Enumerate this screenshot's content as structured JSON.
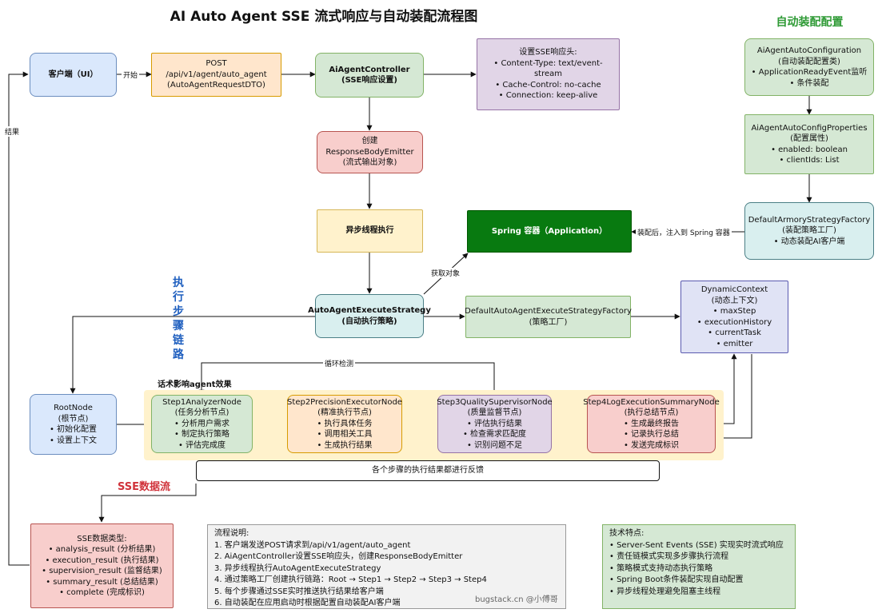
{
  "title": "AI Auto Agent SSE 流式响应与自动装配流程图",
  "section_autoconfig": "自动装配配置",
  "section_sse": "SSE数据流",
  "section_chain": "执行步骤链路",
  "section_prompt": "话术影响agent效果",
  "nodes": {
    "client": {
      "title": "客户端（UI）"
    },
    "post": {
      "lines": [
        "POST /api/v1/agent/auto_agent",
        "(AutoAgentRequestDTO)"
      ]
    },
    "controller": {
      "title": "AiAgentController",
      "sub": "(SSE响应设置)"
    },
    "sse_headers": {
      "title": "设置SSE响应头:",
      "items": [
        "• Content-Type: text/event-stream",
        "• Cache-Control: no-cache",
        "• Connection: keep-alive"
      ]
    },
    "emitter": {
      "lines": [
        "创建ResponseBodyEmitter",
        "(流式输出对象)"
      ]
    },
    "async": {
      "title": "异步线程执行"
    },
    "spring": {
      "title": "Spring 容器（Application）"
    },
    "execute_strategy": {
      "title": "AutoAgentExecuteStrategy",
      "sub": "(自动执行策略)"
    },
    "factory": {
      "lines": [
        "DefaultAutoAgentExecuteStrategyFactory",
        "(策略工厂)"
      ]
    },
    "dynamic_context": {
      "lines": [
        "DynamicContext",
        "(动态上下文)",
        "• maxStep",
        "• executionHistory",
        "• currentTask",
        "• emitter"
      ]
    },
    "auto_config": {
      "lines": [
        "AiAgentAutoConfiguration",
        "(自动装配配置类)",
        "• ApplicationReadyEvent监听",
        "• 条件装配"
      ]
    },
    "config_props": {
      "lines": [
        "AiAgentAutoConfigProperties",
        "(配置属性)",
        "• enabled: boolean",
        "• clientIds: List"
      ]
    },
    "armory": {
      "lines": [
        "DefaultArmoryStrategyFactory",
        "(装配策略工厂)",
        "• 动态装配AI客户端"
      ]
    },
    "root": {
      "lines": [
        "RootNode",
        "(根节点)",
        "• 初始化配置",
        "• 设置上下文"
      ]
    },
    "step1": {
      "lines": [
        "Step1AnalyzerNode",
        "(任务分析节点)",
        "• 分析用户需求",
        "• 制定执行策略",
        "• 评估完成度"
      ]
    },
    "step2": {
      "lines": [
        "Step2PrecisionExecutorNode",
        "(精准执行节点)",
        "• 执行具体任务",
        "• 调用相关工具",
        "• 生成执行结果"
      ]
    },
    "step3": {
      "lines": [
        "Step3QualitySupervisorNode",
        "(质量监督节点)",
        "• 评估执行结果",
        "• 检查需求匹配度",
        "• 识别问题不足"
      ]
    },
    "step4": {
      "lines": [
        "Step4LogExecutionSummaryNode",
        "(执行总结节点)",
        "• 生成最终报告",
        "• 记录执行总结",
        "• 发送完成标识"
      ]
    },
    "feedback": {
      "title": "各个步骤的执行结果都进行反馈"
    },
    "sse_types": {
      "lines": [
        "SSE数据类型:",
        "• analysis_result (分析结果)",
        "• execution_result (执行结果)",
        "• supervision_result (监督结果)",
        "• summary_result (总结结果)",
        "• complete (完成标识)"
      ]
    }
  },
  "edge_labels": {
    "start": "开始",
    "result": "结果",
    "get_object": "获取对象",
    "inject": "装配后，注入到 Spring 容器",
    "loop": "循环检测"
  },
  "flow_notes": {
    "title": "流程说明:",
    "items": [
      "1. 客户端发送POST请求到/api/v1/agent/auto_agent",
      "2. AiAgentController设置SSE响应头，创建ResponseBodyEmitter",
      "3. 异步线程执行AutoAgentExecuteStrategy",
      "4. 通过策略工厂创建执行链路：Root → Step1 → Step2 → Step3 → Step4",
      "5. 每个步骤通过SSE实时推送执行结果给客户端",
      "6. 自动装配在应用启动时根据配置自动装配AI客户端"
    ],
    "watermark": "bugstack.cn @小傅哥"
  },
  "tech": {
    "title": "技术特点:",
    "items": [
      "• Server-Sent Events (SSE) 实现实时流式响应",
      "• 责任链模式实现多步骤执行流程",
      "• 策略模式支持动态执行策略",
      "• Spring Boot条件装配实现自动配置",
      "• 异步线程处理避免阻塞主线程"
    ]
  },
  "colors": {
    "autoconfig_title": "#2e9a35",
    "sse_title": "#d0323a",
    "chain_title": "#1f5fbf",
    "spring": "#087a10"
  }
}
